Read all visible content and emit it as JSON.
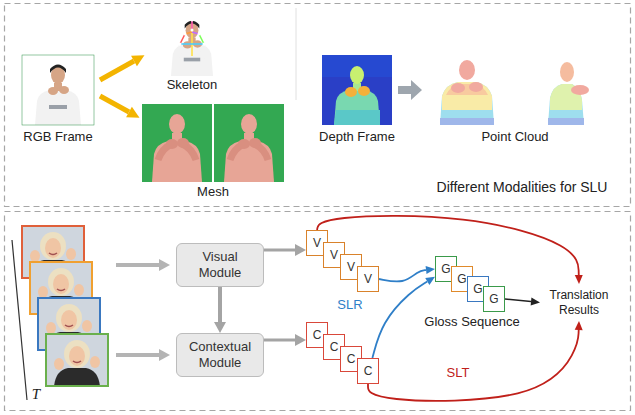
{
  "diagram": {
    "nodes": [
      {
        "text": [
          "Visual Module"
        ]
      },
      {
        "text": [
          "Contextual Module"
        ]
      },
      {
        "text": [
          "V"
        ]
      },
      {
        "text": [
          "V"
        ]
      },
      {
        "text": [
          "V"
        ]
      },
      {
        "text": [
          "V"
        ]
      },
      {
        "text": [
          "C"
        ]
      },
      {
        "text": [
          "C"
        ]
      },
      {
        "text": [
          "C"
        ]
      },
      {
        "text": [
          "C"
        ]
      },
      {
        "text": [
          "G"
        ]
      },
      {
        "text": [
          "G"
        ]
      },
      {
        "text": [
          "G"
        ]
      },
      {
        "text": [
          "G"
        ]
      },
      {
        "text": [
          "Translation Results"
        ]
      }
    ],
    "edges": [
      {
        "from": 0,
        "to": 1,
        "arrow": "to"
      },
      {
        "from": 0,
        "to": 2,
        "arrow": "to"
      },
      {
        "from": 1,
        "to": 6,
        "arrow": "to"
      },
      {
        "from": 5,
        "to": 10,
        "arrow": "to"
      },
      {
        "from": 9,
        "to": 10,
        "arrow": "to"
      },
      {
        "from": 2,
        "to": 14,
        "arrow": "to"
      },
      {
        "from": 9,
        "to": 14,
        "arrow": "to"
      },
      {
        "from": 13,
        "to": 14,
        "arrow": "to"
      }
    ],
    "labels": [
      "RGB Frame",
      "Skeleton",
      "Mesh",
      "Depth Frame",
      "Point Cloud",
      "Different Modalities for SLU",
      "T",
      "SLR",
      "Gloss Sequence",
      "SLT"
    ]
  }
}
